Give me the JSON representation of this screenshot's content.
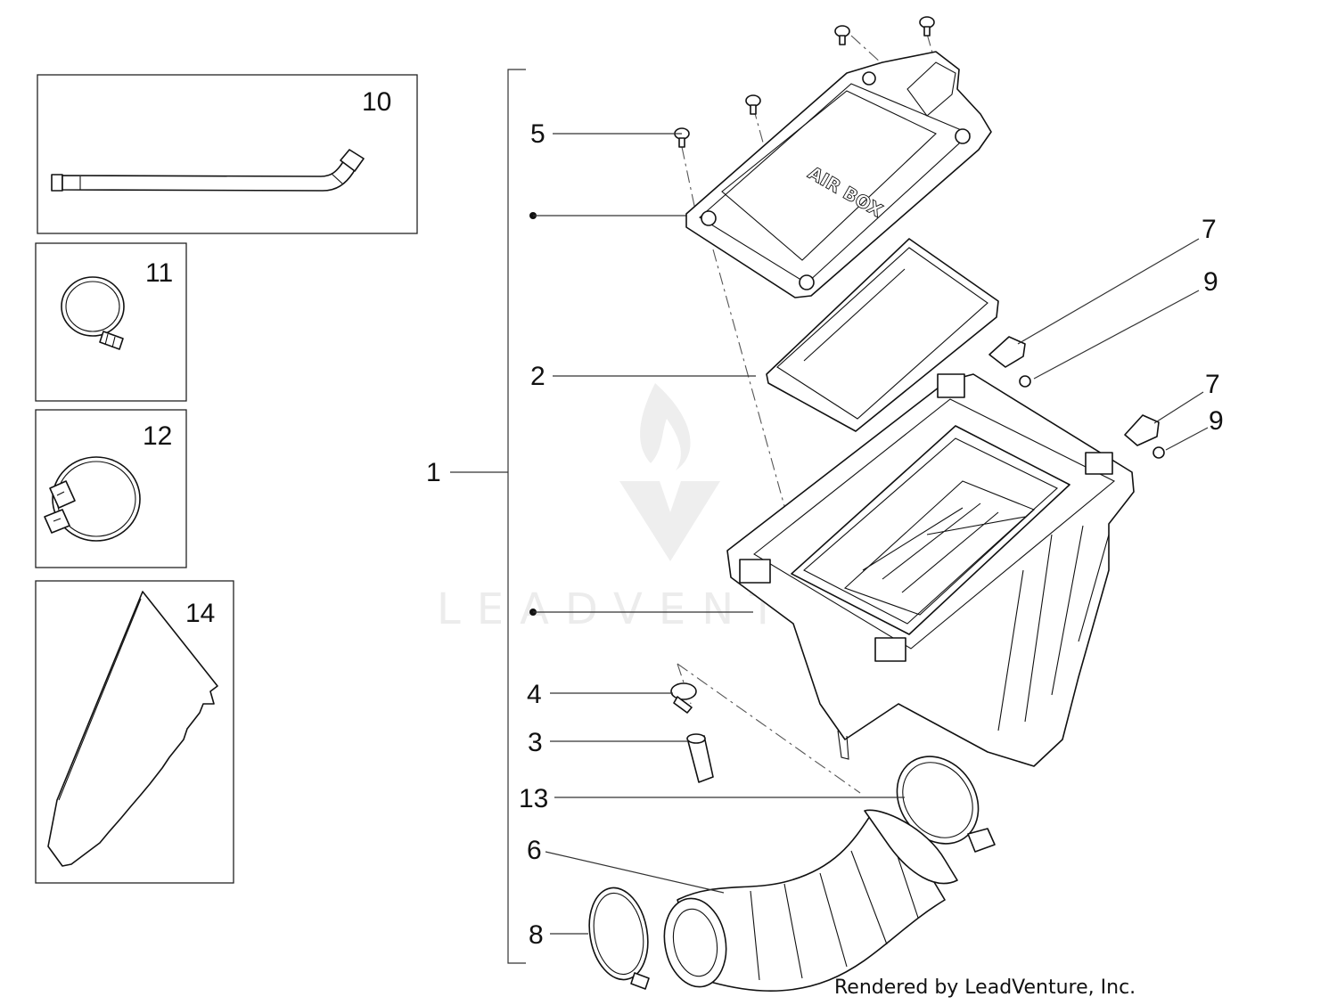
{
  "diagram": {
    "callouts": [
      {
        "id": "c1",
        "text": "1"
      },
      {
        "id": "c2",
        "text": "2"
      },
      {
        "id": "c3",
        "text": "3"
      },
      {
        "id": "c4",
        "text": "4"
      },
      {
        "id": "c5",
        "text": "5"
      },
      {
        "id": "c6",
        "text": "6"
      },
      {
        "id": "c7a",
        "text": "7"
      },
      {
        "id": "c7b",
        "text": "7"
      },
      {
        "id": "c8",
        "text": "8"
      },
      {
        "id": "c9a",
        "text": "9"
      },
      {
        "id": "c9b",
        "text": "9"
      },
      {
        "id": "c10",
        "text": "10"
      },
      {
        "id": "c11",
        "text": "11"
      },
      {
        "id": "c12",
        "text": "12"
      },
      {
        "id": "c13",
        "text": "13"
      },
      {
        "id": "c14",
        "text": "14"
      }
    ],
    "lid_embossing": "AIR BOX",
    "watermark": "LEADVENTURE",
    "credit": "Rendered by LeadVenture, Inc."
  }
}
